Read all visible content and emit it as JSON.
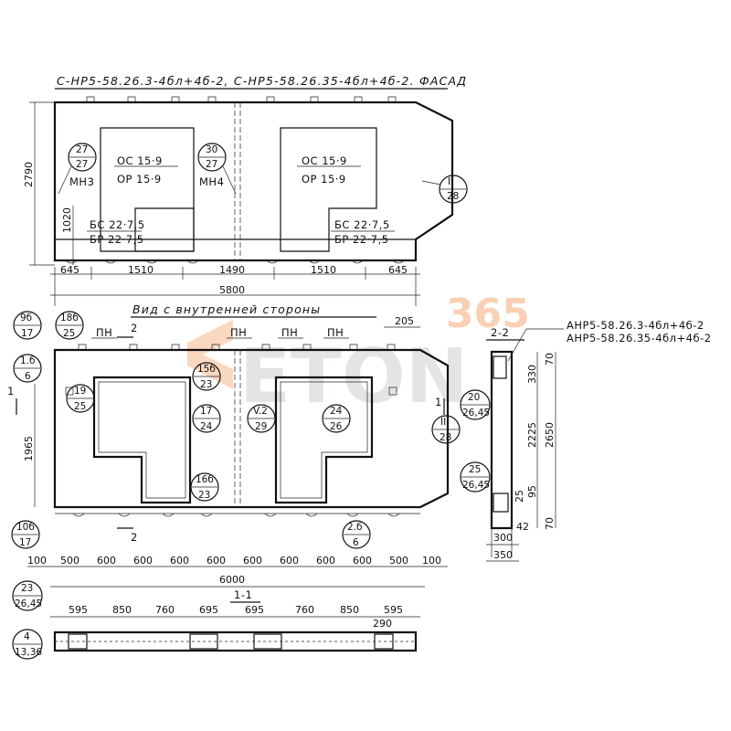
{
  "facade": {
    "title": "С-НР5-58.26.3-4бл+4б-2, С-НР5-58.26.35-4бл+4б-2. ФАСАД",
    "height_dim": "2790",
    "sub_dim": "1020",
    "left_block": {
      "top": "ОС 15·9",
      "bottom": "ОР 15·9"
    },
    "right_block": {
      "top": "ОС 15·9",
      "bottom": "ОР 15·9"
    },
    "left_small": {
      "top": "БС 22·7,5",
      "bottom": "БР 22·7,5"
    },
    "right_small": {
      "top": "БС 22·7,5",
      "bottom": "БР 22·7,5"
    },
    "mark_left": "МН3",
    "mark_mid": "МН4",
    "callout_left": {
      "num": "27",
      "den": "27"
    },
    "callout_mid": {
      "num": "30",
      "den": "27"
    },
    "callout_right": {
      "num": "II",
      "den": "28"
    },
    "bottom_dims": [
      "645",
      "1510",
      "1490",
      "1510",
      "645"
    ],
    "total_dim": "5800"
  },
  "interior": {
    "title": "Вид с внутренней стороны",
    "height_dim": "1965",
    "top_dim": "205",
    "pn_labels": [
      "ПН",
      "ПН",
      "ПН",
      "ПН"
    ],
    "section_marks": [
      "2",
      "2",
      "1",
      "1"
    ],
    "callouts": [
      {
        "num": "9б",
        "den": "17"
      },
      {
        "num": "18б",
        "den": "25"
      },
      {
        "num": "1.б",
        "den": "6"
      },
      {
        "num": "19",
        "den": "25"
      },
      {
        "num": "15б",
        "den": "23"
      },
      {
        "num": "17",
        "den": "24"
      },
      {
        "num": "16б",
        "den": "23"
      },
      {
        "num": "V.2",
        "den": "29"
      },
      {
        "num": "24",
        "den": "26"
      },
      {
        "num": "II",
        "den": "28"
      },
      {
        "num": "10б",
        "den": "17"
      },
      {
        "num": "2.б",
        "den": "6"
      }
    ],
    "bottom_dims": [
      "100",
      "500",
      "600",
      "600",
      "600",
      "600",
      "600",
      "600",
      "600",
      "600",
      "500",
      "100"
    ],
    "total_dim": "6000"
  },
  "section_22": {
    "title": "2-2",
    "labels": [
      "АНР5-58.26.3-4бл+4б-2",
      "АНР5-58.26.35-4бл+4б-2"
    ],
    "right_dims": [
      "70",
      "330",
      "2225",
      "2650",
      "95",
      "25",
      "70"
    ],
    "bottom_dims": [
      "300",
      "42",
      "350"
    ],
    "callouts": [
      {
        "num": "20",
        "den": "26,45"
      },
      {
        "num": "25",
        "den": "26,45"
      }
    ]
  },
  "section_11": {
    "title": "1-1",
    "dims": [
      "595",
      "850",
      "760",
      "695",
      "695",
      "760",
      "850",
      "595"
    ],
    "side_dim": "290",
    "callouts": [
      {
        "num": "23",
        "den": "26,45"
      },
      {
        "num": "4",
        "den": "13,36"
      }
    ]
  },
  "watermark": {
    "number": "365",
    "word": "ETON"
  },
  "colors": {
    "line": "#111111",
    "watermark": "#ef7a2c",
    "watermark_gray": "#9aa0a8"
  }
}
